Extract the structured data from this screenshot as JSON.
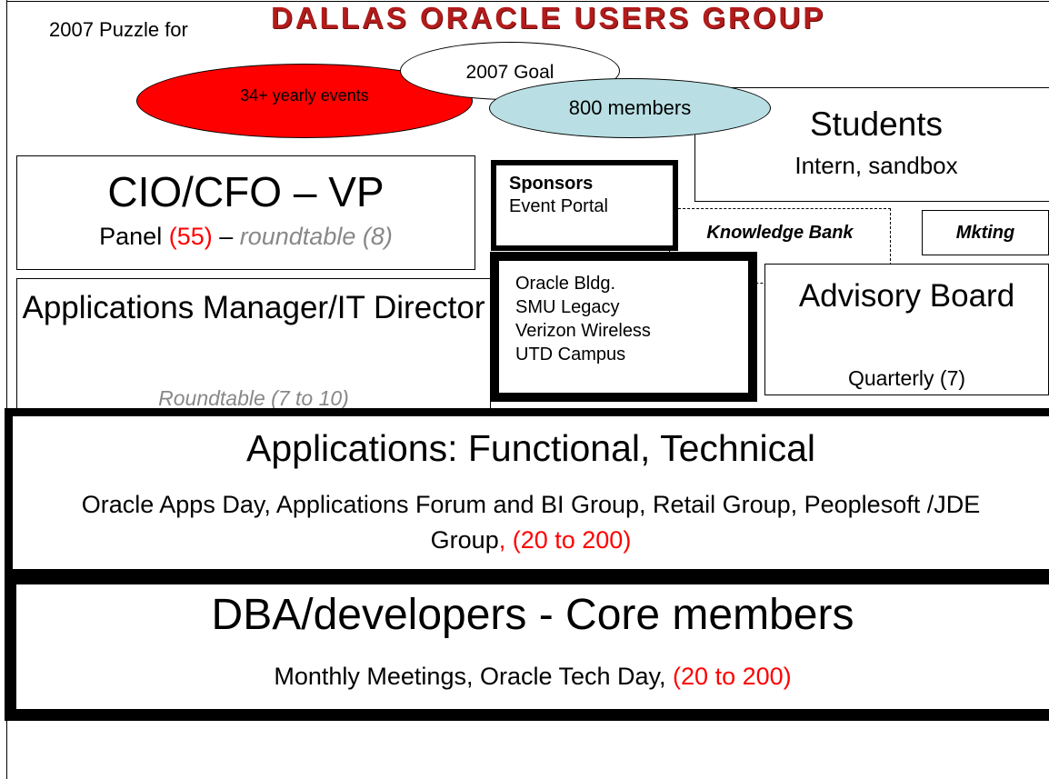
{
  "header": {
    "lead": "2007 Puzzle for",
    "banner": "DALLAS ORACLE USERS GROUP"
  },
  "goals": {
    "goal": "2007 Goal",
    "events": "34+ yearly events",
    "members": "800 members"
  },
  "students": {
    "title": "Students",
    "subtitle": "Intern, sandbox"
  },
  "cio": {
    "title": "CIO/CFO – VP",
    "sub_prefix": "Panel ",
    "sub_count": "(55)",
    "sub_dash": " – ",
    "sub_roundtable": "roundtable (8)"
  },
  "sponsors": {
    "title": "Sponsors",
    "subtitle": "Event Portal"
  },
  "knowledge_bank": "Knowledge Bank",
  "mkting": "Mkting",
  "apps_manager": {
    "title": "Applications Manager/IT Director",
    "subtitle": "Roundtable (7 to 10)"
  },
  "venues": [
    "Oracle Bldg.",
    "SMU Legacy",
    "Verizon Wireless",
    "UTD Campus"
  ],
  "advisory": {
    "title": "Advisory Board",
    "subtitle": "Quarterly (7)"
  },
  "applications": {
    "title": "Applications: Functional, Technical",
    "subtitle": "Oracle Apps Day, Applications Forum and BI Group, Retail Group, Peoplesoft /JDE Group",
    "count": ", (20 to 200)"
  },
  "dba": {
    "title": "DBA/developers - Core members",
    "subtitle": "Monthly Meetings, Oracle Tech Day, ",
    "count": "(20 to 200)"
  },
  "colors": {
    "events_fill": "#ff0000",
    "members_fill": "#b9dfe4",
    "banner": "#b31b1b",
    "count": "#ff0000",
    "muted": "#888888"
  }
}
